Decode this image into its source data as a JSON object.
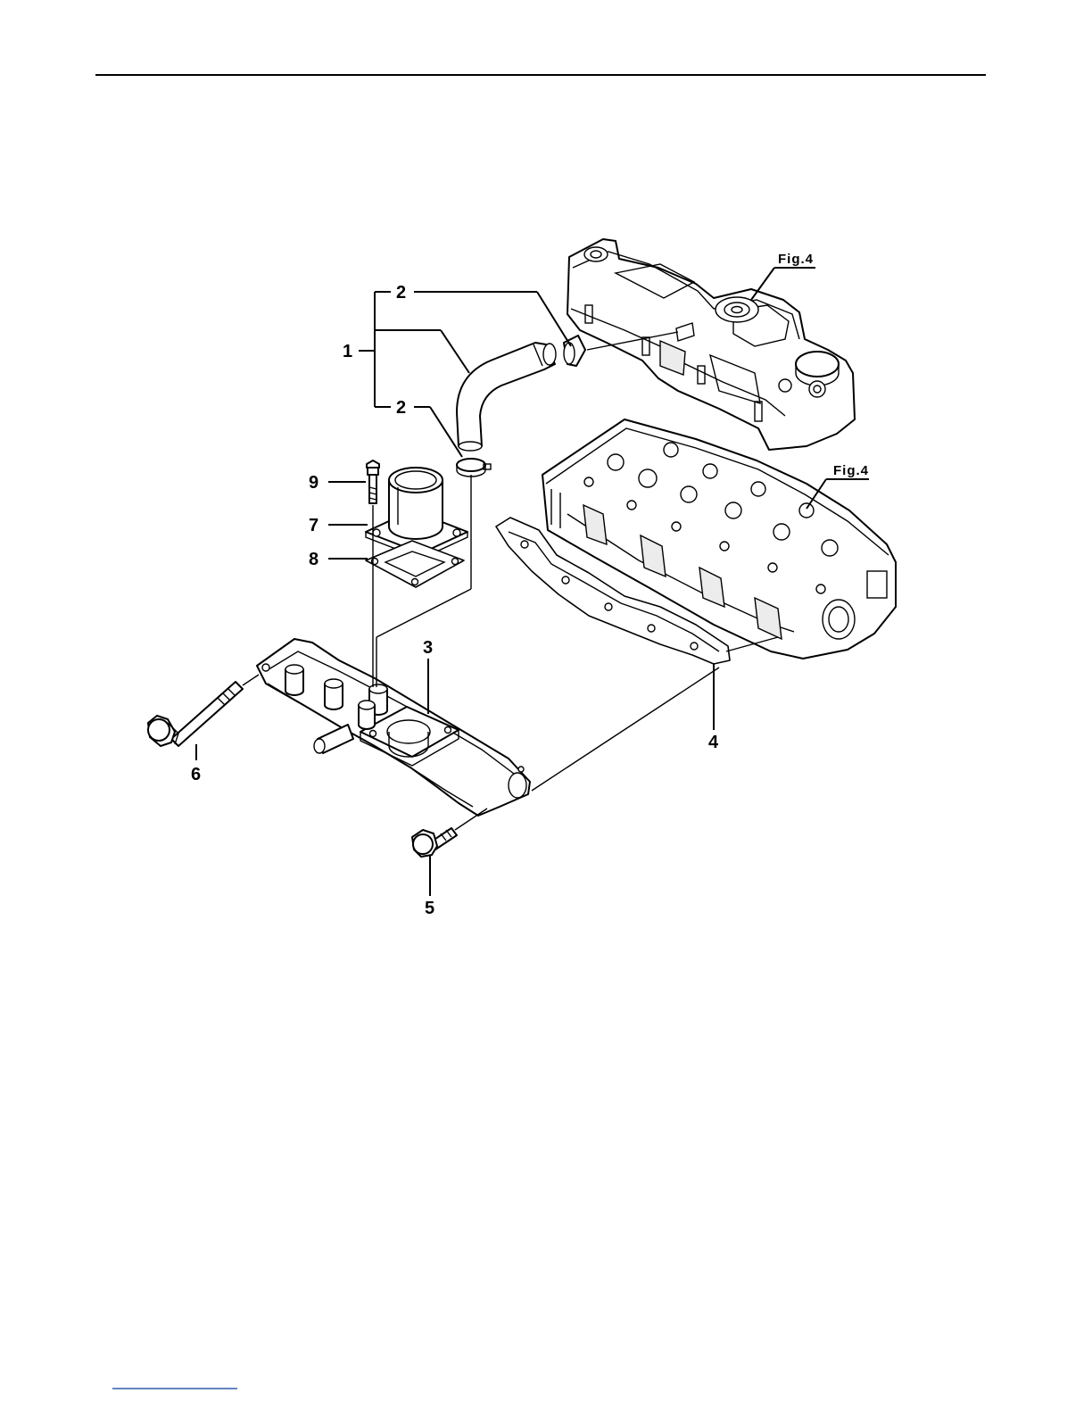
{
  "callouts": {
    "c1": "1",
    "c2a": "2",
    "c2b": "2",
    "c3": "3",
    "c4": "4",
    "c5": "5",
    "c6": "6",
    "c7": "7",
    "c8": "8",
    "c9": "9"
  },
  "figure_refs": {
    "head_cover": "Fig.4",
    "cylinder_head": "Fig.4"
  },
  "colors": {
    "line": "#000000",
    "background": "#ffffff",
    "footer_rule": "#2f5fa8"
  }
}
